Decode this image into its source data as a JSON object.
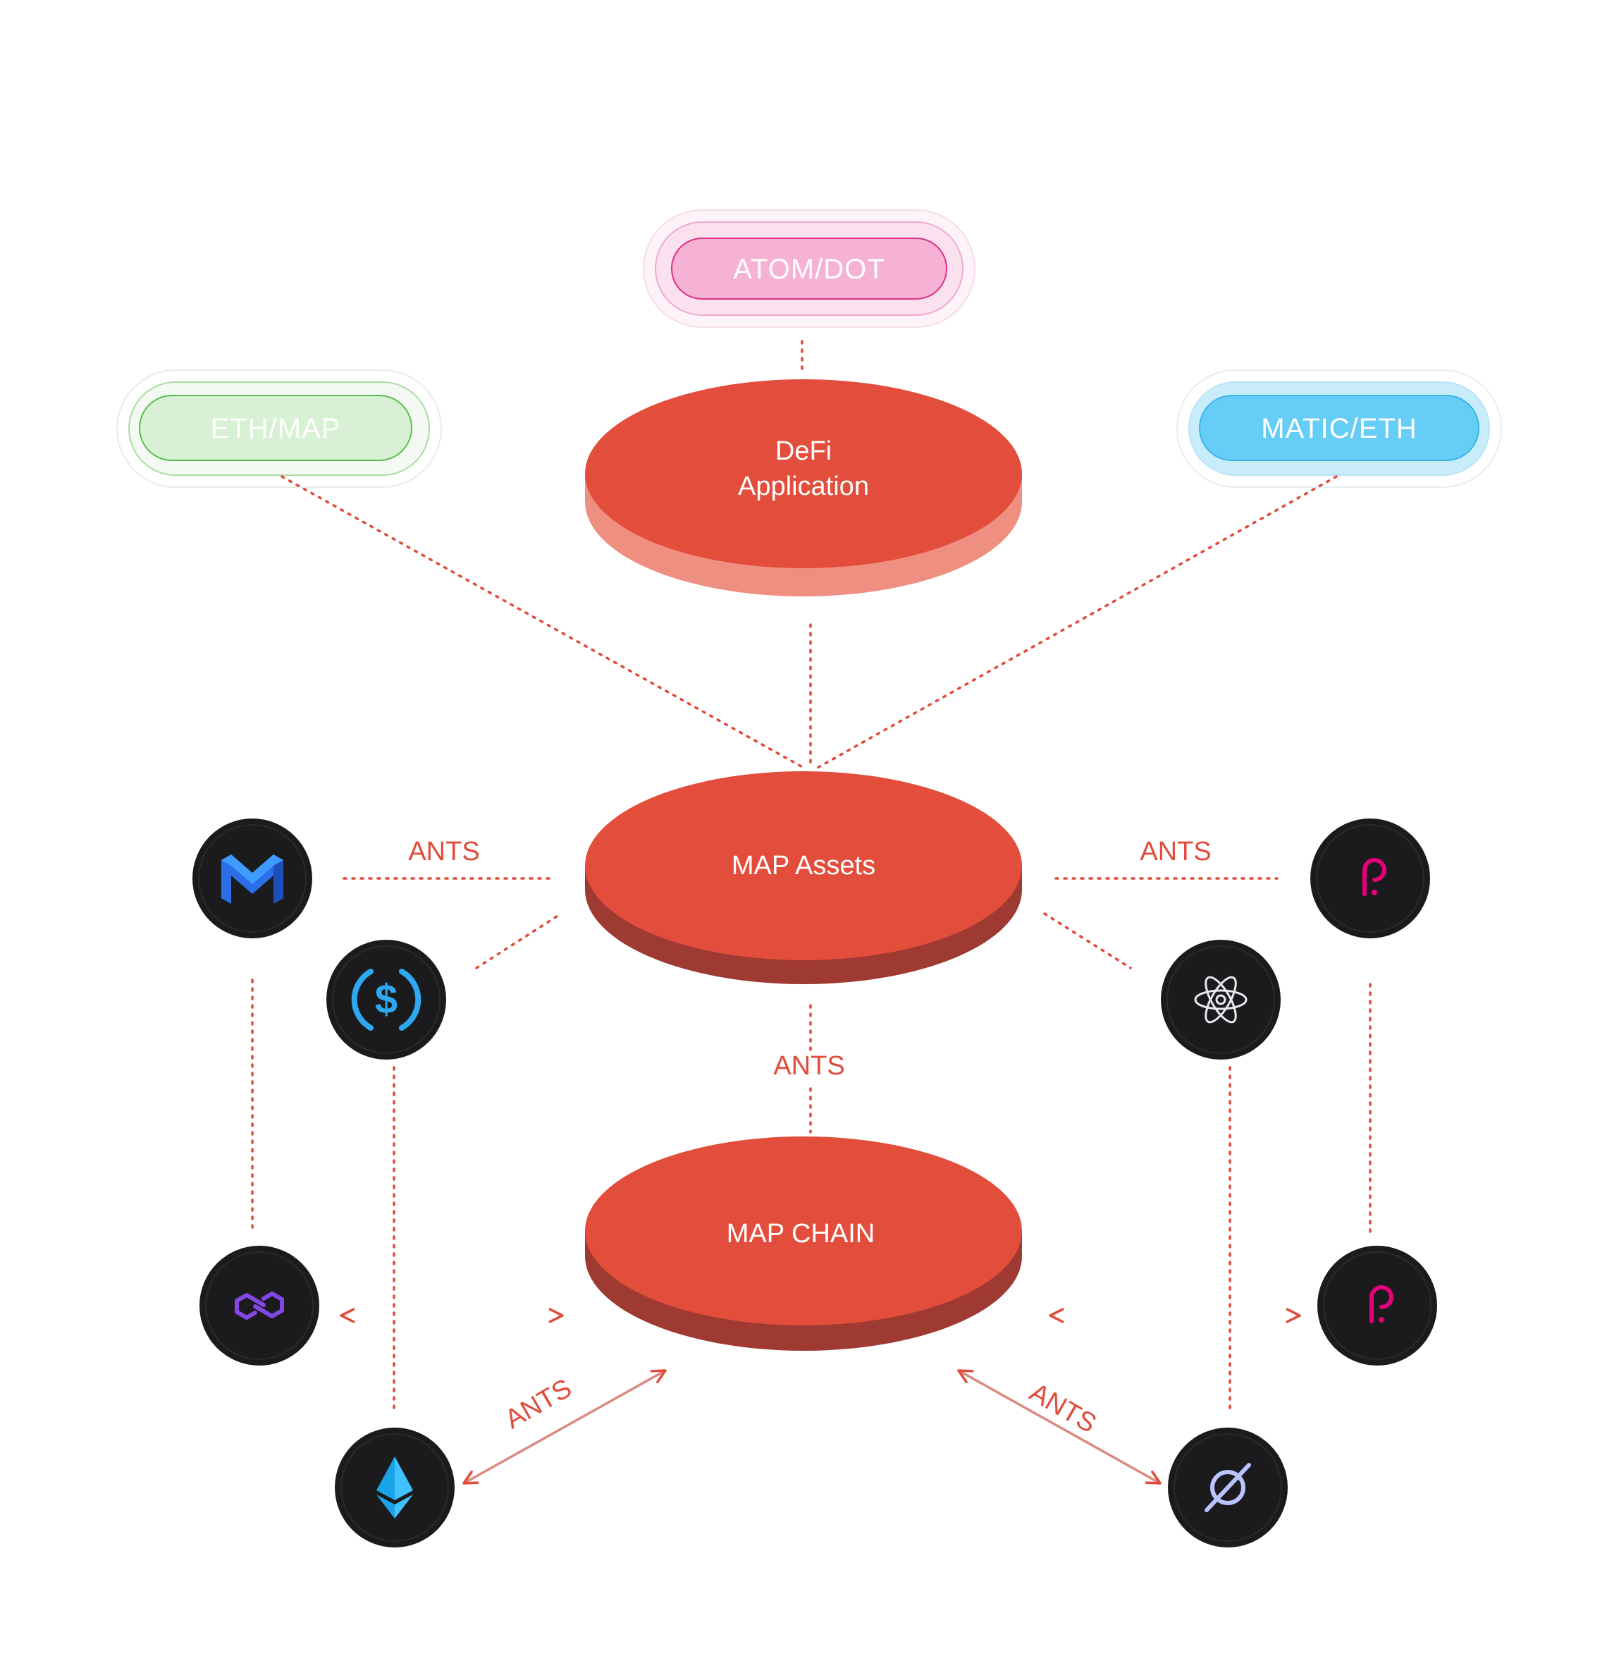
{
  "pairs": {
    "top": "ATOM/DOT",
    "left": "ETH/MAP",
    "right": "MATIC/ETH"
  },
  "nodes": {
    "defi_line1": "DeFi",
    "defi_line2": "Application",
    "assets": "MAP Assets",
    "chain": "MAP CHAIN"
  },
  "links": {
    "assets_left": "ANTS",
    "assets_right": "ANTS",
    "assets_chain": "ANTS",
    "chain_eth": "ANTS",
    "chain_null": "ANTS"
  },
  "icons": [
    "matic-network-icon",
    "usdc-icon",
    "polkadot-icon",
    "cosmos-atom-icon",
    "polygon-icon",
    "ethereum-icon",
    "polkadot-icon",
    "null-crossed-circle-icon"
  ],
  "colors": {
    "node_red": "#e34d3b",
    "node_side_light": "#ef8f82",
    "node_side_dark": "#9e3a32",
    "line_red": "#e04b3b",
    "icon_bg": "#1b1b1d",
    "pill_green": "#d8f0d4",
    "pill_pink": "#f6b2d4",
    "pill_blue": "#66cdf6"
  }
}
